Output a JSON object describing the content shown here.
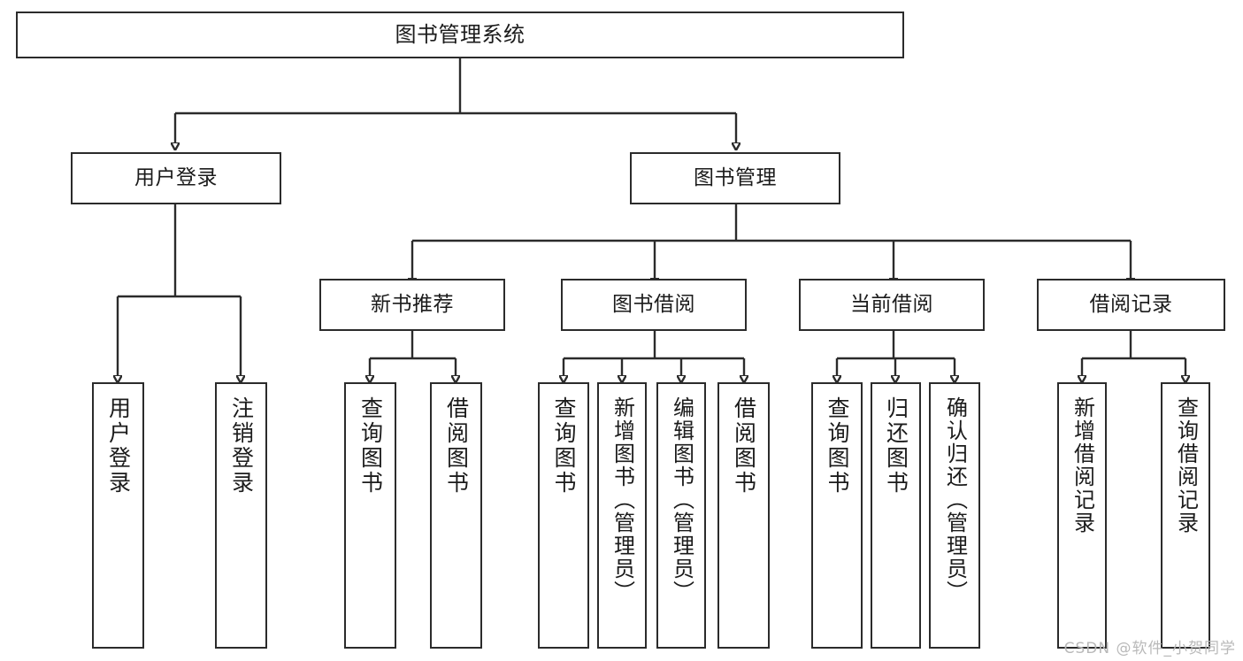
{
  "diagram": {
    "title": "图书管理系统",
    "watermark": "CSDN @软件_小贺同学",
    "type": "tree-hierarchy",
    "orientation": "top-down",
    "colors": {
      "stroke": "#2b2b2b",
      "fill": "#ffffff",
      "text": "#1b1b1b",
      "watermark": "#b9b9b9"
    },
    "nodes": {
      "root": {
        "label": "图书管理系统"
      },
      "level2": [
        {
          "id": "user-login",
          "label": "用户登录"
        },
        {
          "id": "book-manage",
          "label": "图书管理"
        }
      ],
      "level3": [
        {
          "id": "new-book-rec",
          "label": "新书推荐"
        },
        {
          "id": "book-borrow",
          "label": "图书借阅"
        },
        {
          "id": "current-borrow",
          "label": "当前借阅"
        },
        {
          "id": "borrow-record",
          "label": "借阅记录"
        }
      ],
      "leaves": {
        "user_login": [
          {
            "id": "leaf-user-login",
            "label": "用户登录"
          },
          {
            "id": "leaf-user-logout",
            "label": "注销登录"
          }
        ],
        "new_book_rec": [
          {
            "id": "leaf-query-book-1",
            "label": "查询图书"
          },
          {
            "id": "leaf-borrow-book-1",
            "label": "借阅图书"
          }
        ],
        "book_borrow": [
          {
            "id": "leaf-query-book-2",
            "label": "查询图书"
          },
          {
            "id": "leaf-add-book",
            "label": "新增图书（管理员）"
          },
          {
            "id": "leaf-edit-book",
            "label": "编辑图书（管理员）"
          },
          {
            "id": "leaf-borrow-book-2",
            "label": "借阅图书"
          }
        ],
        "current_borrow": [
          {
            "id": "leaf-query-book-3",
            "label": "查询图书"
          },
          {
            "id": "leaf-return-book",
            "label": "归还图书"
          },
          {
            "id": "leaf-confirm-return",
            "label": "确认归还（管理员）"
          }
        ],
        "borrow_record": [
          {
            "id": "leaf-add-record",
            "label": "新增借阅记录"
          },
          {
            "id": "leaf-query-record",
            "label": "查询借阅记录"
          }
        ]
      }
    }
  }
}
